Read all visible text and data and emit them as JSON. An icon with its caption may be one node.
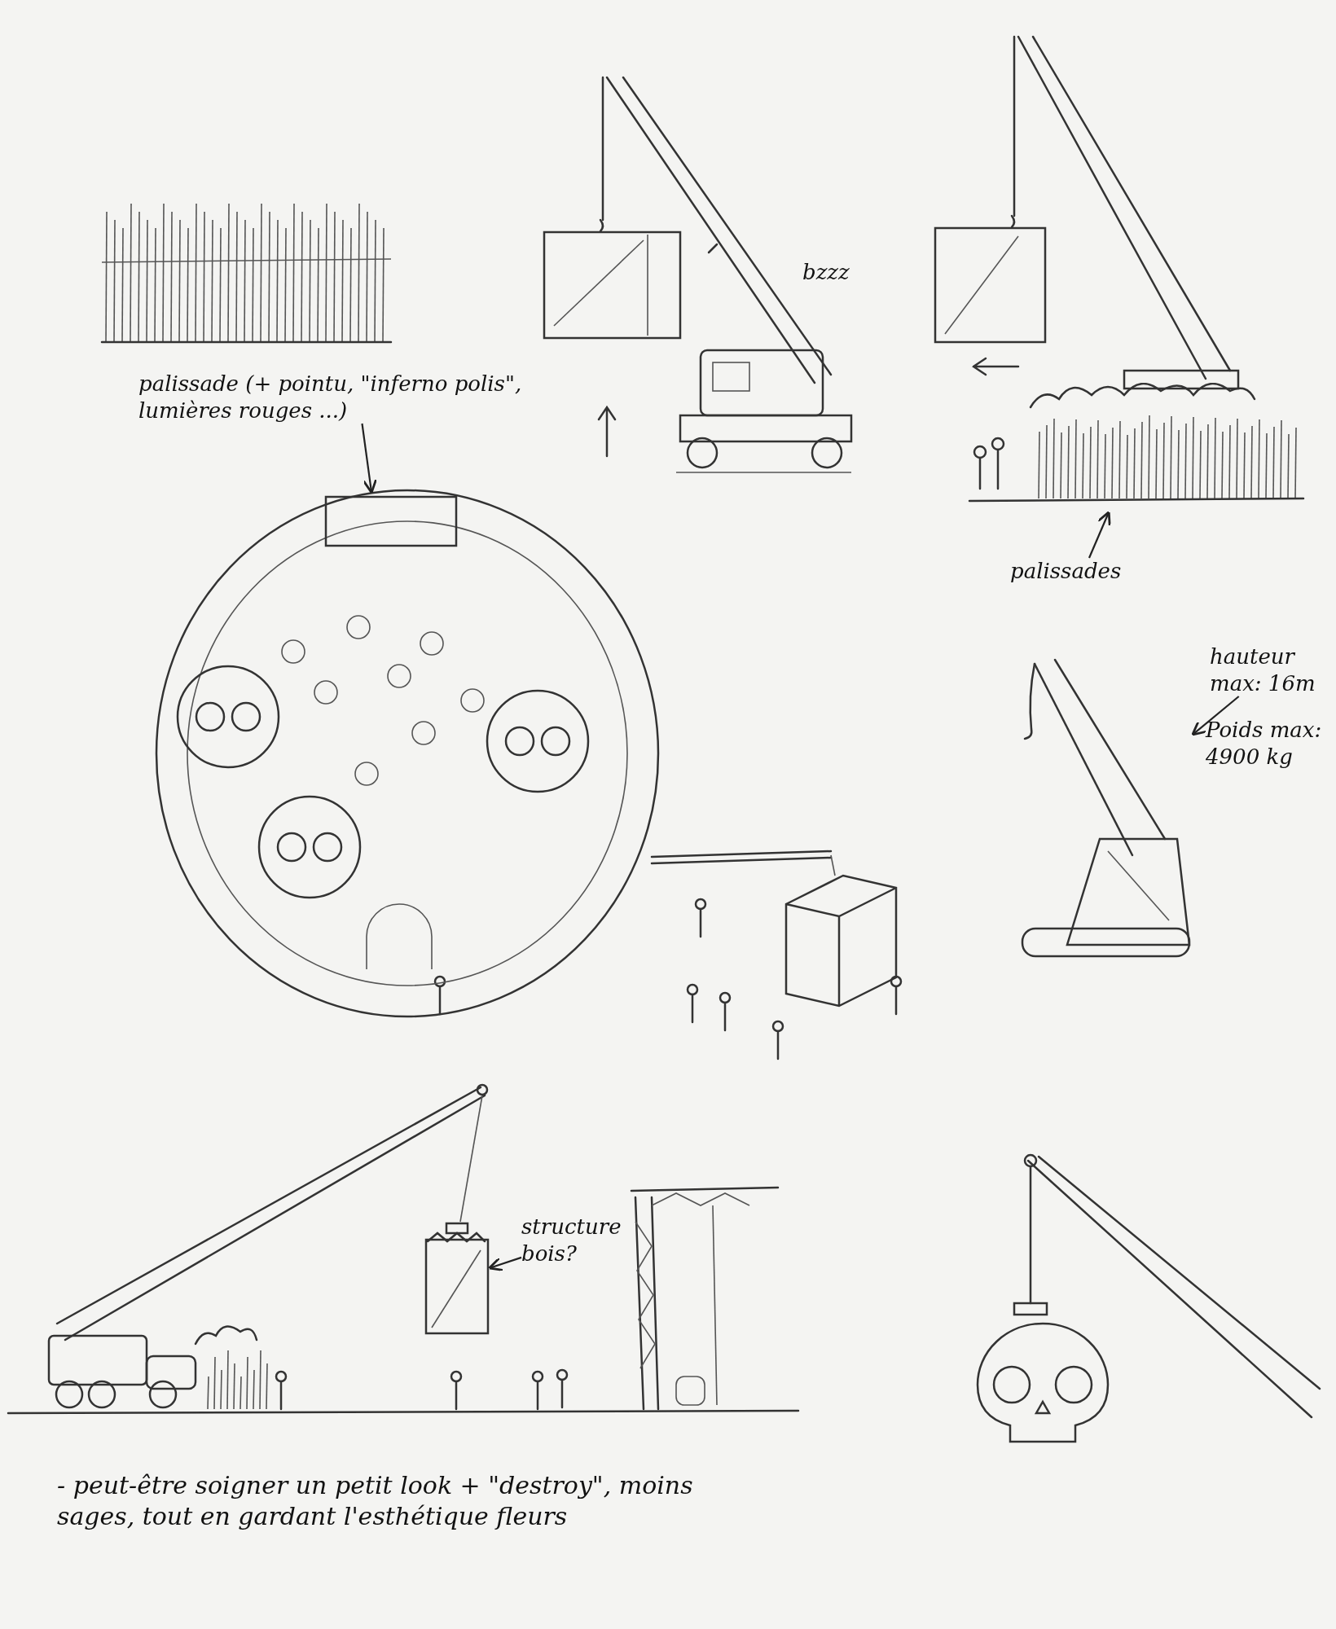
{
  "diagram": {
    "nodes": [
      {
        "text": [
          "palissade (+ pointu, \"inferno polis\", lumières rouges ...)"
        ]
      },
      {
        "text": [],
        "shape": "picture"
      },
      {
        "text": [
          "palissades"
        ]
      },
      {
        "text": [],
        "shape": "picture"
      },
      {
        "text": [
          "hauteur max: 16m"
        ]
      },
      {
        "text": [],
        "shape": "picture"
      },
      {
        "text": [
          "structure bois?"
        ]
      },
      {
        "text": [],
        "shape": "picture"
      }
    ],
    "edges": [
      {
        "from": 0,
        "to": 1,
        "arrow": "to"
      },
      {
        "from": 2,
        "to": 3,
        "arrow": "to"
      },
      {
        "from": 4,
        "to": 5,
        "arrow": "to"
      },
      {
        "from": 6,
        "to": 7,
        "arrow": "to"
      }
    ],
    "labels": [
      "bzzz",
      "Poids max: 4900 kg",
      "- peut-être soigner un petit look + \"destroy\", moins sages, tout en gardant l'esthétique fleurs"
    ]
  }
}
